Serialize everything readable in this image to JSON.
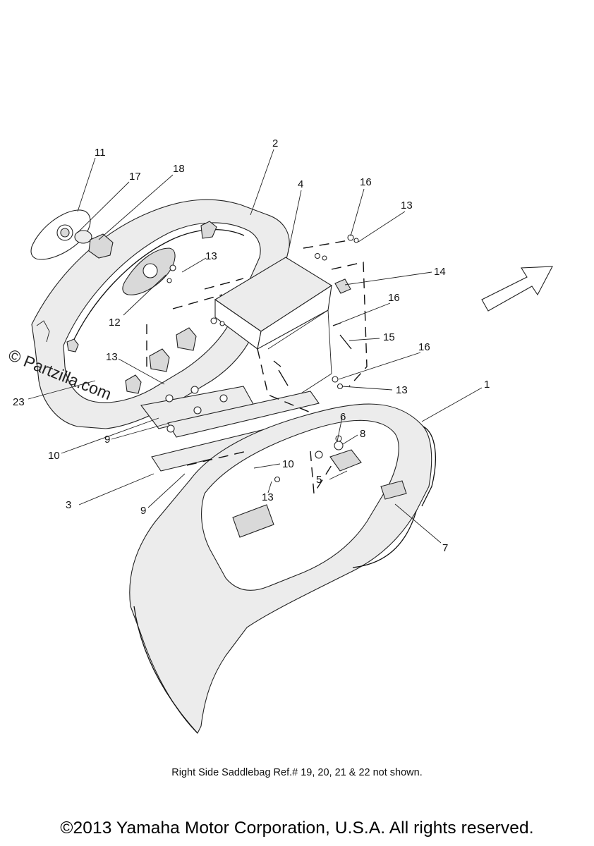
{
  "watermark": "© Partzilla.com",
  "caption": "Right Side Saddlebag Ref.# 19, 20, 21 & 22 not shown.",
  "copyright": "©2013 Yamaha Motor Corporation, U.S.A. All rights reserved.",
  "callouts": {
    "c1": "1",
    "c2": "2",
    "c3": "3",
    "c4": "4",
    "c5": "5",
    "c6": "6",
    "c7": "7",
    "c8": "8",
    "c9a": "9",
    "c9b": "9",
    "c10a": "10",
    "c10b": "10",
    "c11": "11",
    "c12": "12",
    "c13a": "13",
    "c13b": "13",
    "c13c": "13",
    "c13d": "13",
    "c13e": "13",
    "c14": "14",
    "c15": "15",
    "c16a": "16",
    "c16b": "16",
    "c16c": "16",
    "c17": "17",
    "c18": "18",
    "c23": "23"
  },
  "icons": {
    "direction_arrow": "front-direction-arrow-icon"
  }
}
